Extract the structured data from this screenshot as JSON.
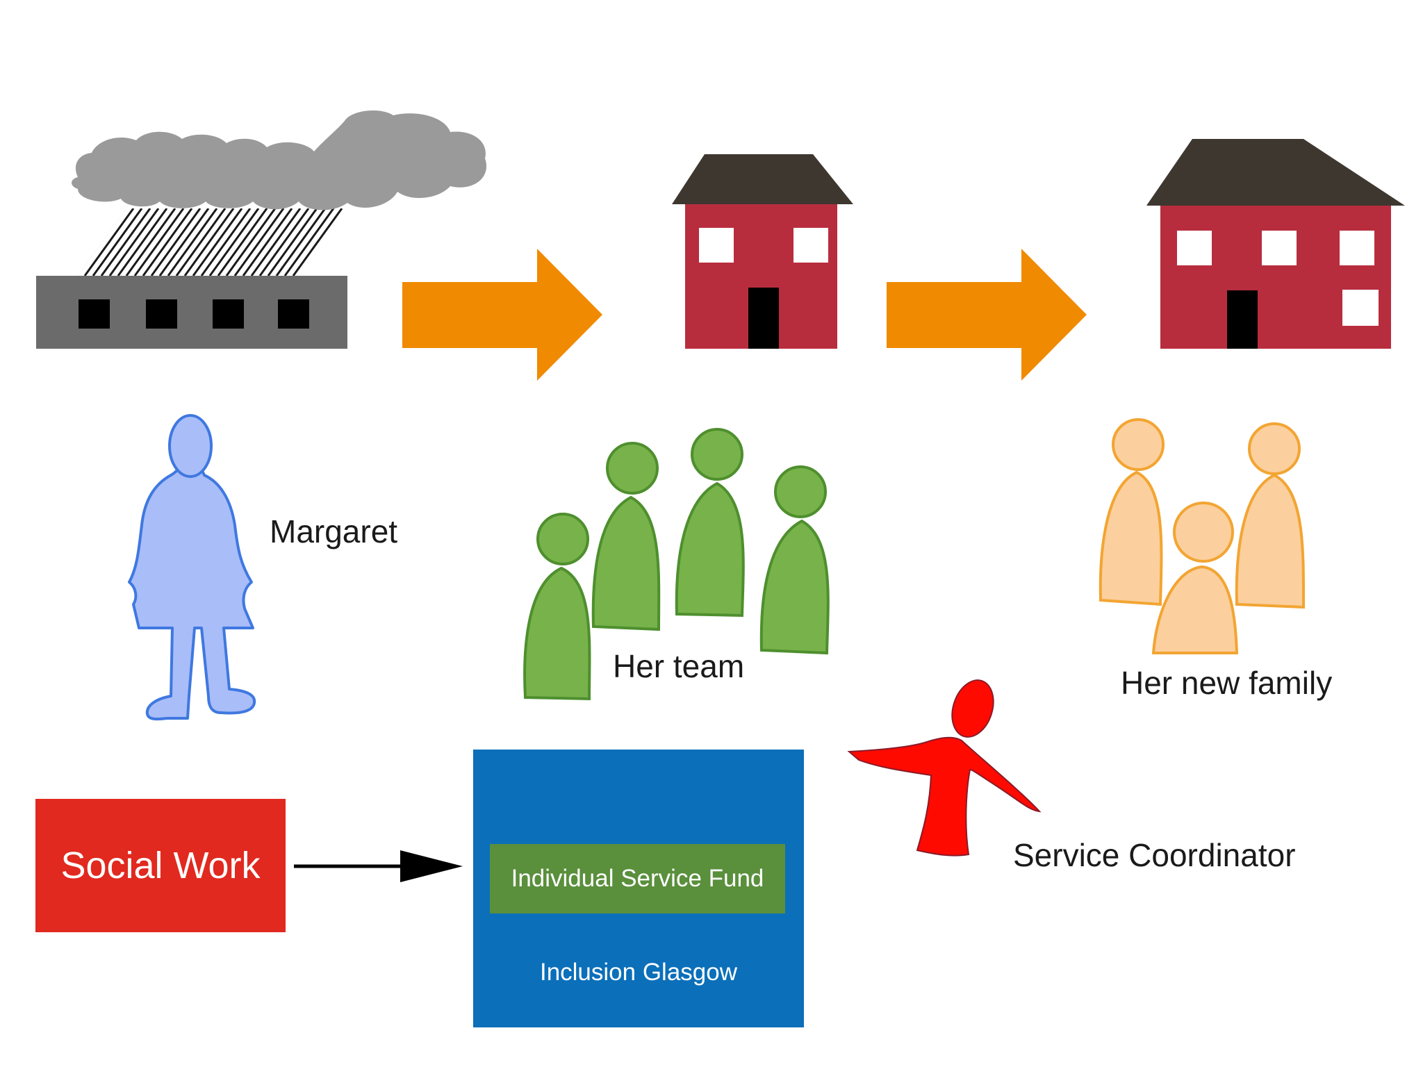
{
  "labels": {
    "margaret": "Margaret",
    "her_team": "Her team",
    "her_new_family": "Her new family",
    "service_coordinator": "Service Coordinator",
    "social_work": "Social Work",
    "individual_service_fund": "Individual Service Fund",
    "inclusion_glasgow": "Inclusion Glasgow"
  },
  "colors": {
    "institution_building": "#6b6b6b",
    "cloud": "#9a9a9a",
    "arrow_orange": "#f08a00",
    "house_wall": "#b82d3e",
    "house_roof": "#3e3730",
    "margaret_fill": "#a9bdf8",
    "margaret_stroke": "#3f78e0",
    "team_green": "#78b24a",
    "team_green_stroke": "#4e8f2e",
    "family_fill": "#fccf9e",
    "family_stroke": "#f2a532",
    "coordinator_red": "#ff0a00",
    "social_work_red": "#e1291f",
    "inclusion_blue": "#0b6fb9",
    "fund_green": "#5a8f3c"
  }
}
